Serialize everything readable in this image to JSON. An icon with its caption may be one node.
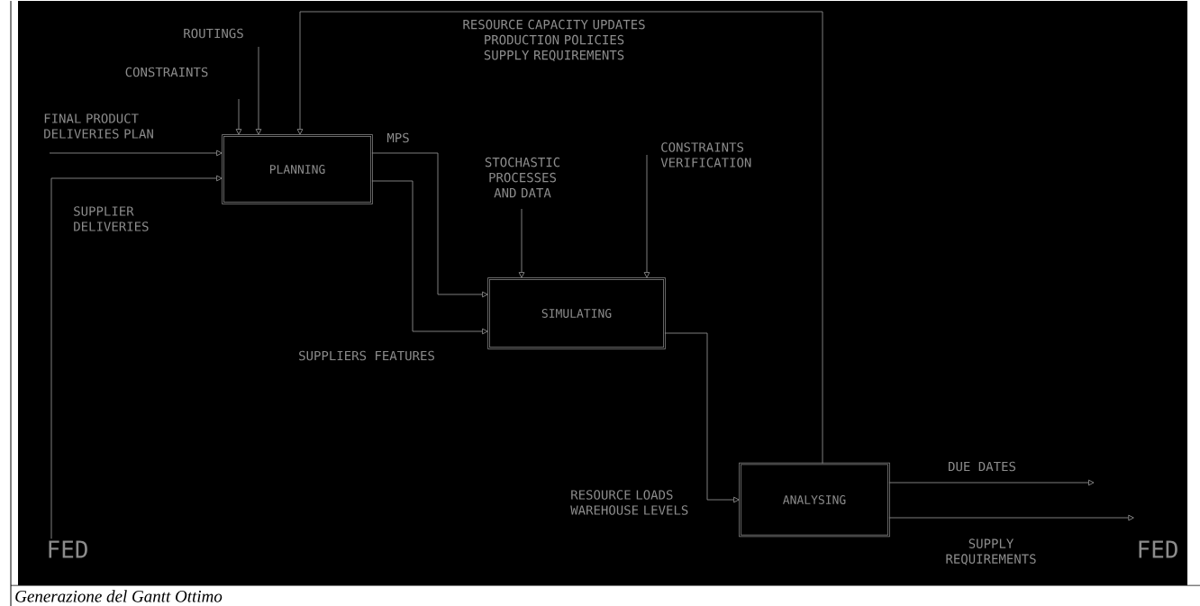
{
  "diagram": {
    "caption": "Generazione del Gantt Ottimo",
    "nodes": [
      {
        "text": [
          "PLANNING"
        ]
      },
      {
        "text": [
          "SIMULATING"
        ]
      },
      {
        "text": [
          "ANALYSING"
        ]
      },
      {
        "text": [
          "FED"
        ]
      },
      {
        "text": [
          "FED"
        ]
      }
    ],
    "edges": [
      {
        "from": null,
        "to": 0,
        "arrow": "to",
        "label": "CONSTRAINTS"
      },
      {
        "from": null,
        "to": 0,
        "arrow": "to",
        "label": "ROUTINGS"
      },
      {
        "from": 2,
        "to": 0,
        "arrow": "to",
        "label": "RESOURCE CAPACITY UPDATES PRODUCTION POLICIES SUPPLY REQUIREMENTS"
      },
      {
        "from": null,
        "to": 0,
        "arrow": "to",
        "label": "FINAL PRODUCT DELIVERIES PLAN"
      },
      {
        "from": 3,
        "to": 0,
        "arrow": "to",
        "label": "SUPPLIER DELIVERIES"
      },
      {
        "from": 0,
        "to": 1,
        "arrow": "to",
        "label": "MPS"
      },
      {
        "from": 0,
        "to": 1,
        "arrow": "to",
        "label": "SUPPLIERS FEATURES"
      },
      {
        "from": null,
        "to": 1,
        "arrow": "to",
        "label": "STOCHASTIC PROCESSES AND DATA"
      },
      {
        "from": null,
        "to": 1,
        "arrow": "to",
        "label": "CONSTRAINTS VERIFICATION"
      },
      {
        "from": 1,
        "to": 2,
        "arrow": "to",
        "label": "RESOURCE LOADS WAREHOUSE LEVELS"
      },
      {
        "from": 2,
        "to": null,
        "arrow": "to",
        "label": "DUE DATES"
      },
      {
        "from": 2,
        "to": 4,
        "arrow": "to",
        "label": "SUPPLY REQUIREMENTS"
      }
    ]
  }
}
